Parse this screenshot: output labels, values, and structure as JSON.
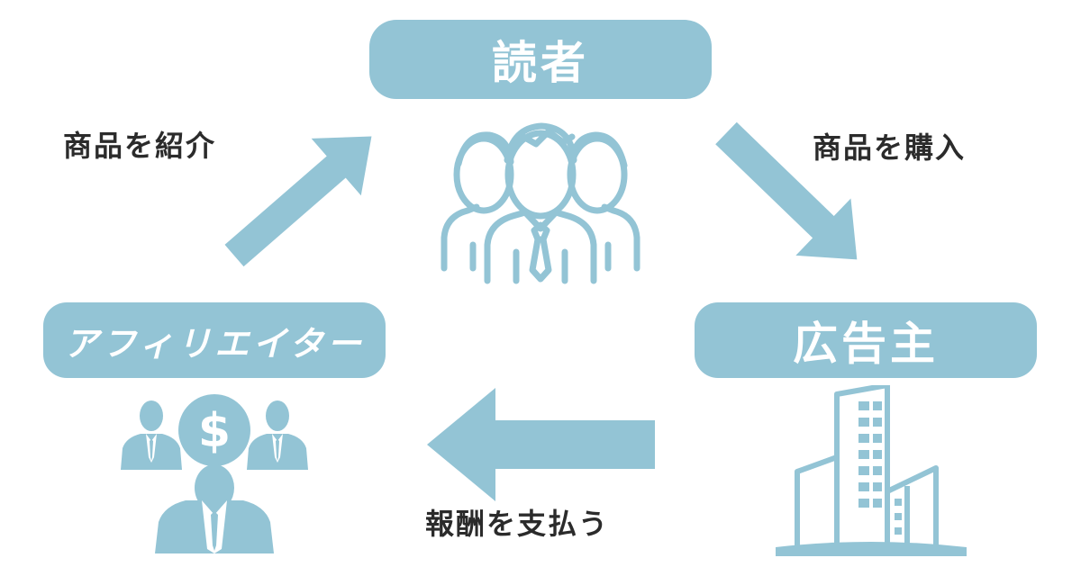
{
  "nodes": {
    "reader": {
      "label": "読者",
      "icon": "people-group-icon"
    },
    "affiliate": {
      "label": "アフィリエイター",
      "icon": "businessmen-money-icon"
    },
    "advertiser": {
      "label": "広告主",
      "icon": "office-building-icon"
    }
  },
  "edges": {
    "affiliate_to_reader": {
      "label": "商品を紹介",
      "icon": "arrow-up-right-icon"
    },
    "reader_to_advertiser": {
      "label": "商品を購入",
      "icon": "arrow-down-right-icon"
    },
    "advertiser_to_affiliate": {
      "label": "報酬を支払う",
      "icon": "arrow-left-icon"
    }
  },
  "icons": {
    "dollar_symbol": "$"
  },
  "colors": {
    "accent": "#93c4d5",
    "text": "#2b2b2b",
    "background": "#ffffff"
  }
}
